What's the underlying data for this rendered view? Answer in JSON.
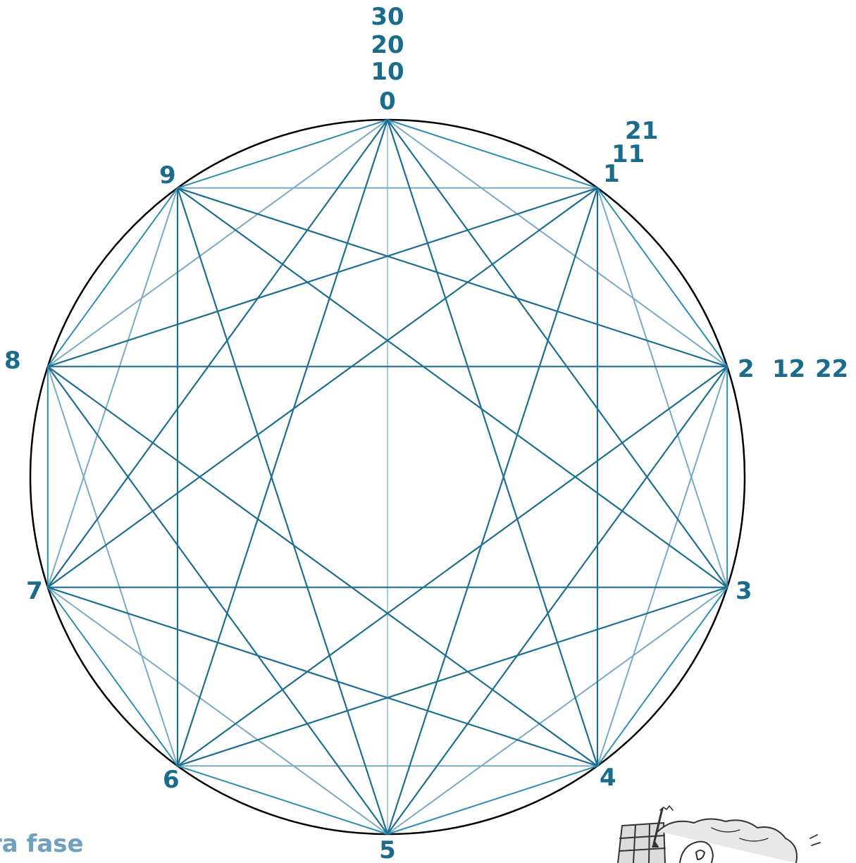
{
  "colors": {
    "label": "#1a6b8c",
    "caption": "#6fa0bd",
    "circle": "#000000",
    "side": "#2a8fb3",
    "skip2": "#1c6e92",
    "skip3": "#7aaac4",
    "diameter": "#a8cade"
  },
  "labels": {
    "n0": "0",
    "n10": "10",
    "n20": "20",
    "n30": "30",
    "n1": "1",
    "n11": "11",
    "n21": "21",
    "n2": "2",
    "n12": "12",
    "n22": "22",
    "n3": "3",
    "n4": "4",
    "n5": "5",
    "n6": "6",
    "n7": "7",
    "n8": "8",
    "n9": "9"
  },
  "caption": "ra fase",
  "illustration": "person-writing-on-grid-icon"
}
